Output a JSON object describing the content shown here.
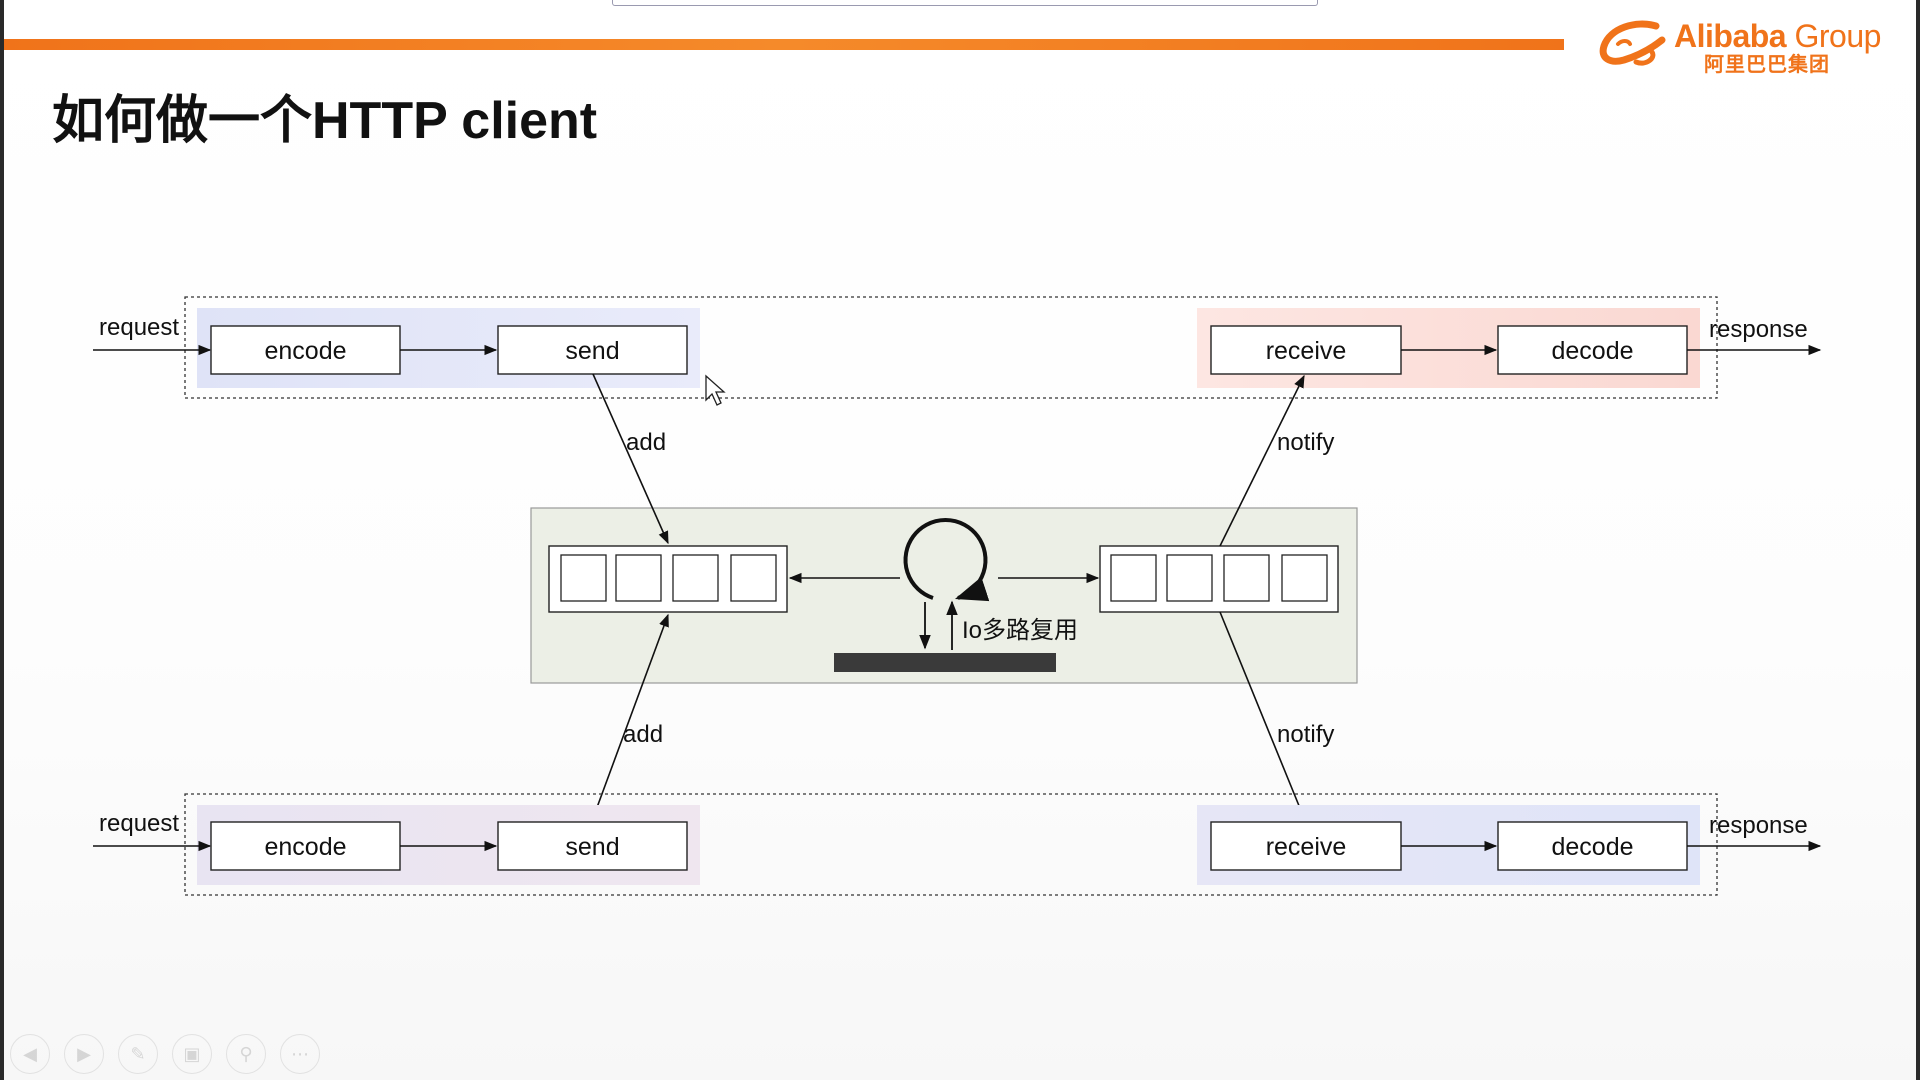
{
  "title": "如何做一个HTTP client",
  "logo": {
    "brand": "Alibaba",
    "group": "Group",
    "chinese": "阿里巴巴集团"
  },
  "colors": {
    "accent_orange": "#f0731a",
    "send_zone_blue": "#e3e6f8",
    "receive_zone_red": "#fbe3e0",
    "center_panel": "#ecefe6",
    "io_bar": "#3a3a3a"
  },
  "diagram": {
    "top_pipeline": {
      "request": "request",
      "encode": "encode",
      "send": "send",
      "receive": "receive",
      "decode": "decode",
      "response": "response"
    },
    "bottom_pipeline": {
      "request": "request",
      "encode": "encode",
      "send": "send",
      "receive": "receive",
      "decode": "decode",
      "response": "response"
    },
    "edges": {
      "top_add": "add",
      "top_notify": "notify",
      "bottom_add": "add",
      "bottom_notify": "notify"
    },
    "io_label": "Io多路复用"
  },
  "toolbar": [
    "back-icon",
    "forward-icon",
    "pen-icon",
    "slides-icon",
    "zoom-icon",
    "more-icon"
  ]
}
